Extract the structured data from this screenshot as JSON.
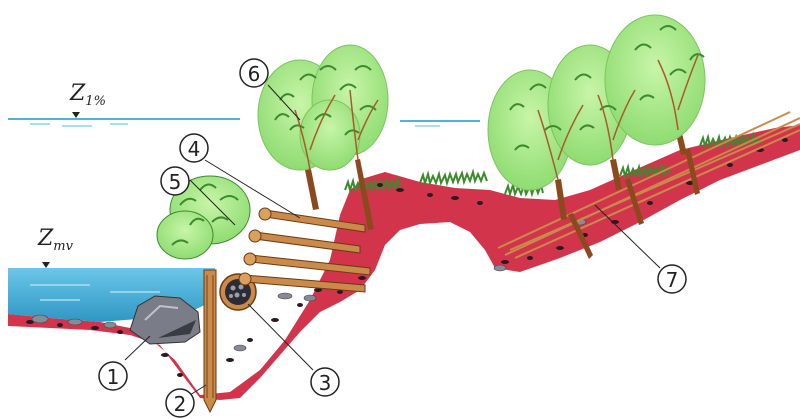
{
  "water_levels": {
    "flood": {
      "symbol": "Z",
      "subscript": "1%"
    },
    "mean": {
      "symbol": "Z",
      "subscript": "mv"
    }
  },
  "callouts": [
    {
      "number": "1",
      "icon": "boulder-icon"
    },
    {
      "number": "2",
      "icon": "pile-stake-icon"
    },
    {
      "number": "3",
      "icon": "fascine-roll-icon"
    },
    {
      "number": "4",
      "icon": "log-crib-icon"
    },
    {
      "number": "5",
      "icon": "brush-layer-icon"
    },
    {
      "number": "6",
      "icon": "willow-tree-icon"
    },
    {
      "number": "7",
      "icon": "brush-mattress-icon"
    }
  ],
  "colors": {
    "soil": "#d2354b",
    "water": "#4fb3d9",
    "grass": "#3b8a2e",
    "foliage": "#a8e88a",
    "trunk": "#8a4a1e",
    "wood": "#c98a4a"
  }
}
